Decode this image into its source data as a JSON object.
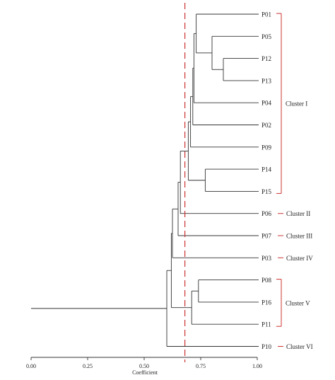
{
  "axis": {
    "title": "Coefficient",
    "range": [
      0,
      1
    ],
    "ticks": [
      {
        "value": 0,
        "label": "0.00"
      },
      {
        "value": 0.25,
        "label": "0.25"
      },
      {
        "value": 0.5,
        "label": "0.50"
      },
      {
        "value": 0.75,
        "label": "0.75"
      },
      {
        "value": 1.0,
        "label": "1.00"
      }
    ]
  },
  "leaves": [
    "P01",
    "P05",
    "P12",
    "P13",
    "P04",
    "P02",
    "P09",
    "P14",
    "P15",
    "P06",
    "P07",
    "P03",
    "P08",
    "P16",
    "P11",
    "P10"
  ],
  "merges": [
    {
      "left": "P12",
      "right": "P13",
      "coef": 0.85
    },
    {
      "left": "P05",
      "right": "m0",
      "coef": 0.8
    },
    {
      "left": "P01",
      "right": "m1",
      "coef": 0.73
    },
    {
      "left": "m2",
      "right": "P04",
      "coef": 0.72
    },
    {
      "left": "m3",
      "right": "P02",
      "coef": 0.715
    },
    {
      "left": "m4",
      "right": "P09",
      "coef": 0.705
    },
    {
      "left": "P14",
      "right": "P15",
      "coef": 0.77
    },
    {
      "left": "m5",
      "right": "m6",
      "coef": 0.695
    },
    {
      "left": "m7",
      "right": "P06",
      "coef": 0.66
    },
    {
      "left": "m8",
      "right": "P07",
      "coef": 0.65
    },
    {
      "left": "m9",
      "right": "P03",
      "coef": 0.625
    },
    {
      "left": "P08",
      "right": "P16",
      "coef": 0.74
    },
    {
      "left": "m11",
      "right": "P11",
      "coef": 0.71
    },
    {
      "left": "m10",
      "right": "m12",
      "coef": 0.62
    },
    {
      "left": "m13",
      "right": "P10",
      "coef": 0.6
    }
  ],
  "cutoff": {
    "coef": 0.68,
    "color": "#cc3333"
  },
  "clusters": [
    {
      "label": "Cluster I",
      "from": "P01",
      "to": "P15"
    },
    {
      "label": "Cluster II",
      "from": "P06",
      "to": "P06"
    },
    {
      "label": "Cluster III",
      "from": "P07",
      "to": "P07"
    },
    {
      "label": "Cluster IV",
      "from": "P03",
      "to": "P03"
    },
    {
      "label": "Cluster V",
      "from": "P08",
      "to": "P11"
    },
    {
      "label": "Cluster VI",
      "from": "P10",
      "to": "P10"
    }
  ],
  "colors": {
    "tree": "#333333",
    "cluster_mark": "#cc3333"
  }
}
